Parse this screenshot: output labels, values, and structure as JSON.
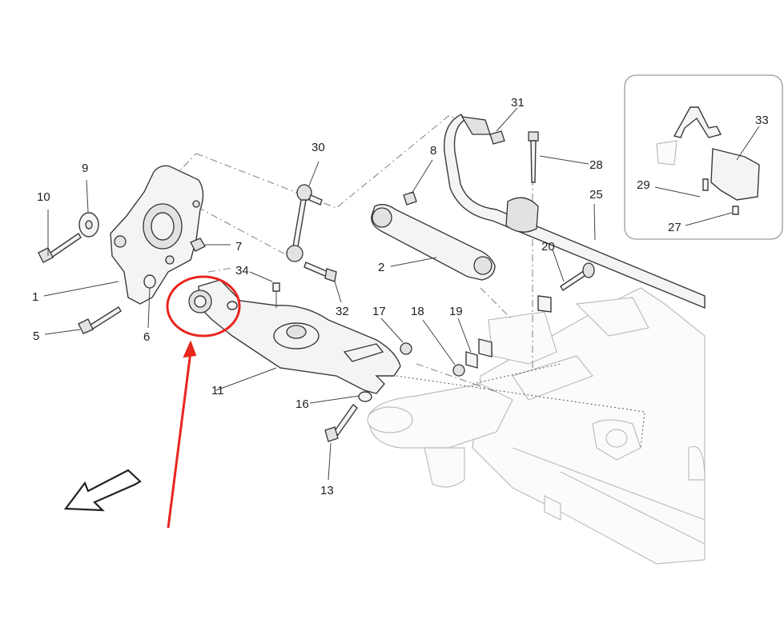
{
  "callouts": {
    "c1": "1",
    "c2": "2",
    "c5": "5",
    "c6": "6",
    "c7": "7",
    "c8": "8",
    "c9": "9",
    "c10": "10",
    "c11": "11",
    "c13": "13",
    "c16": "16",
    "c17": "17",
    "c18": "18",
    "c19": "19",
    "c20": "20",
    "c25": "25",
    "c27": "27",
    "c28": "28",
    "c29": "29",
    "c30": "30",
    "c31": "31",
    "c32": "32",
    "c33": "33",
    "c34": "34"
  },
  "highlight": {
    "color": "#e8251f",
    "circled_part": "11"
  },
  "colors": {
    "line": "#3a3a3a",
    "ghost": "#bdbdbd",
    "background": "#ffffff"
  }
}
